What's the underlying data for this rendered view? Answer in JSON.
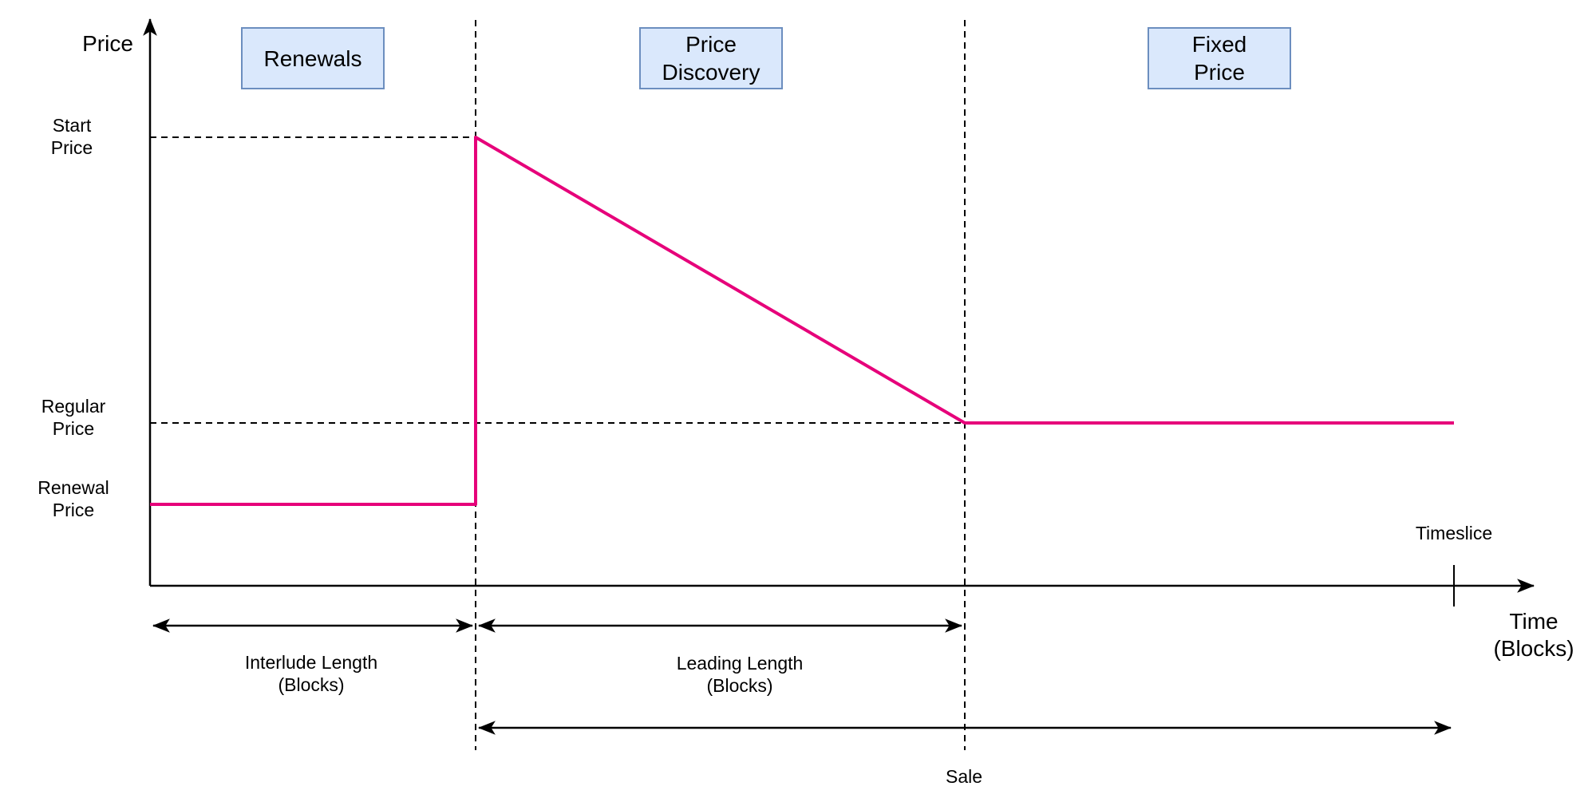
{
  "axes": {
    "y_label": "Price",
    "x_label_line1": "Time",
    "x_label_line2": "(Blocks)"
  },
  "price_levels": {
    "start": {
      "line1": "Start",
      "line2": "Price"
    },
    "regular": {
      "line1": "Regular",
      "line2": "Price"
    },
    "renewal": {
      "line1": "Renewal",
      "line2": "Price"
    }
  },
  "phases": [
    {
      "line1": "Renewals",
      "line2": ""
    },
    {
      "line1": "Price",
      "line2": "Discovery"
    },
    {
      "line1": "Fixed",
      "line2": "Price"
    }
  ],
  "intervals": {
    "interlude": {
      "line1": "Interlude Length",
      "line2": "(Blocks)"
    },
    "leading": {
      "line1": "Leading Length",
      "line2": "(Blocks)"
    },
    "sale": {
      "label": "Sale"
    }
  },
  "markers": {
    "timeslice": "Timeslice"
  },
  "colors": {
    "price_curve": "#e6007a",
    "phase_fill": "#dae8fc",
    "phase_border": "#6c8ebf"
  }
}
